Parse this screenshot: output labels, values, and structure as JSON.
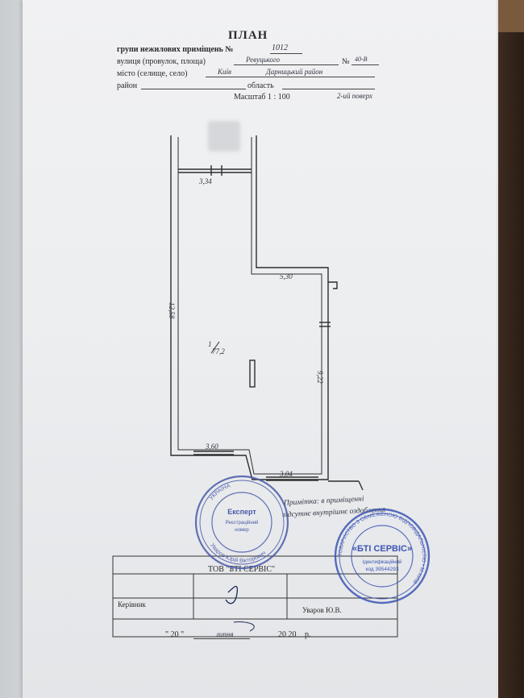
{
  "header": {
    "title": "ПЛАН",
    "subtitle_label": "групи нежилових приміщень №",
    "subtitle_value": "1012",
    "street_label": "вулиця (провулок, площа)",
    "street_value": "Ревуцького",
    "number_label": "№",
    "number_value": "40-В",
    "city_label": "місто (селище, село)",
    "city_value": "Київ",
    "district_value": "Дарницький район",
    "district_label": "район",
    "region_label": "область",
    "scale": "Масштаб 1 : 100",
    "floor": "2-ий поверх"
  },
  "plan": {
    "dim_top": "3,34",
    "dim_mid": "5,30",
    "dim_left": "12,58",
    "dim_right": "9,22",
    "dim_bottom_left": "3,60",
    "dim_bottom_right": "3,04",
    "room_label": "1",
    "room_area": "77,2"
  },
  "note": {
    "line1": "Примітка: в приміщенні",
    "line2": "відсутнє внутрішнє оздоблення"
  },
  "stamp_left": {
    "top_text": "УКРАЇНА",
    "title": "Експерт",
    "line1": "Реєстраційний",
    "line2": "номер",
    "bottom_text": "Уваров Юрій Вікторович"
  },
  "stamp_right": {
    "ring_text": "ТОВАРИСТВО З ОБМЕЖЕНОЮ ВІДПОВІДАЛЬНІСТЮ • М.КИЇВ",
    "center": "«БТІ СЕРВІС»",
    "code_label": "Ідентифікаційний",
    "code": "код 39544293"
  },
  "footer": {
    "company": "ТОВ \"БТІ СЕРВІС\"",
    "head_label": "Керівник",
    "signer": "Уваров Ю.В.",
    "date_day": "\" 20 \"",
    "date_month": "липня",
    "date_year": "20 20",
    "date_suffix": "р."
  }
}
